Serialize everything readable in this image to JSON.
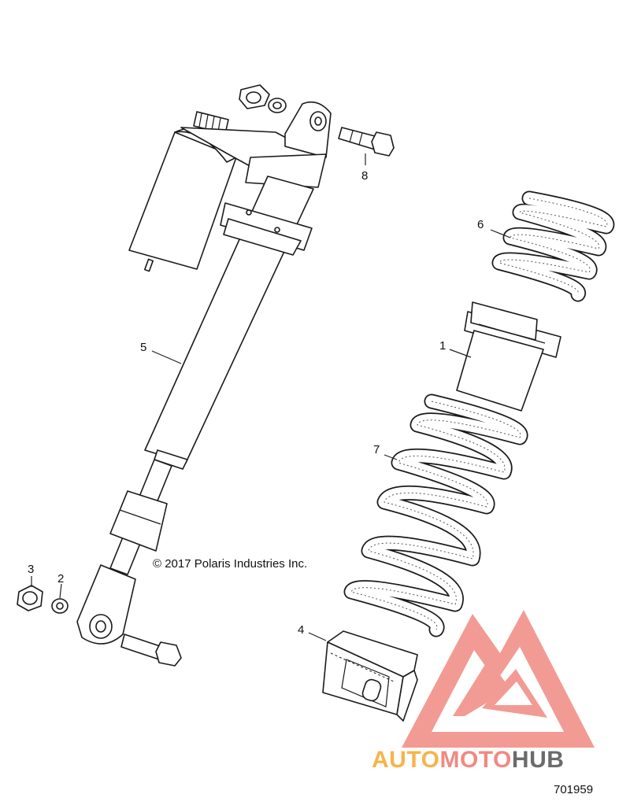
{
  "diagram": {
    "callouts": [
      {
        "id": "1",
        "label": "1"
      },
      {
        "id": "2",
        "label": "2"
      },
      {
        "id": "3",
        "label": "3"
      },
      {
        "id": "4",
        "label": "4"
      },
      {
        "id": "5",
        "label": "5"
      },
      {
        "id": "6",
        "label": "6"
      },
      {
        "id": "7",
        "label": "7"
      },
      {
        "id": "8",
        "label": "8"
      }
    ],
    "copyright": "© 2017 Polaris Industries Inc.",
    "drawing_number": "701959"
  },
  "watermark": {
    "part1": "AUTO",
    "part2": "MOTO",
    "part3": "HUB",
    "colors": {
      "auto": "#f6b44a",
      "moto": "#f08a82",
      "hub": "#6b6b6b",
      "logo": "#f08a82"
    },
    "logo_icon": "triangle-m-logo-icon"
  }
}
